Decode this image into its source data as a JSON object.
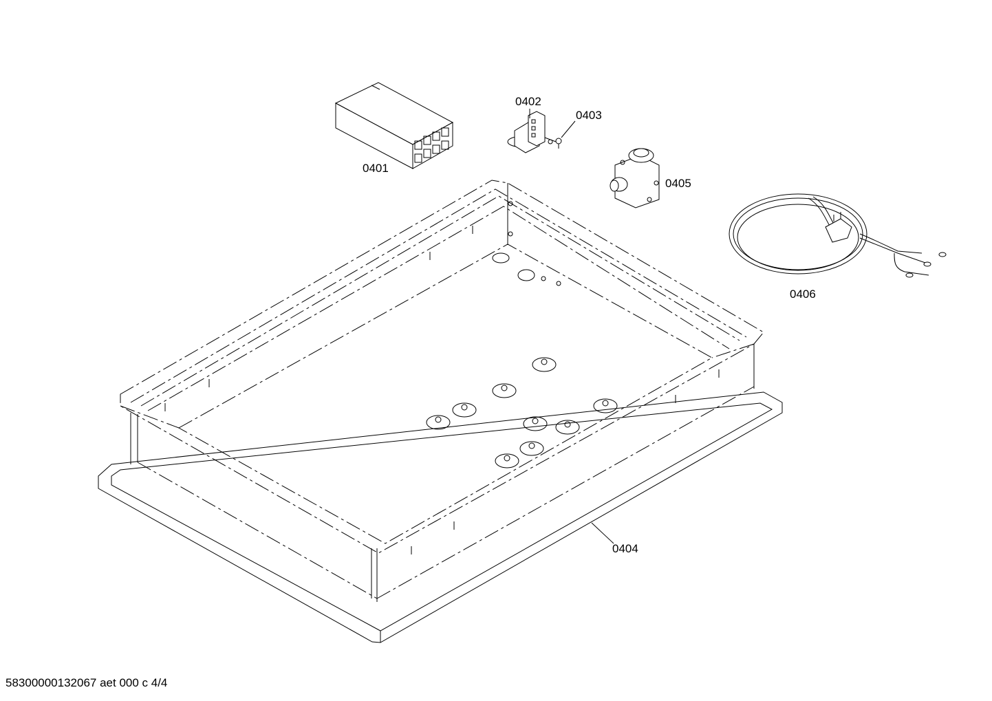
{
  "labels": {
    "p0401": "0401",
    "p0402": "0402",
    "p0403": "0403",
    "p0404": "0404",
    "p0405": "0405",
    "p0406": "0406"
  },
  "footer": "58300000132067 aet 000 c 4/4"
}
